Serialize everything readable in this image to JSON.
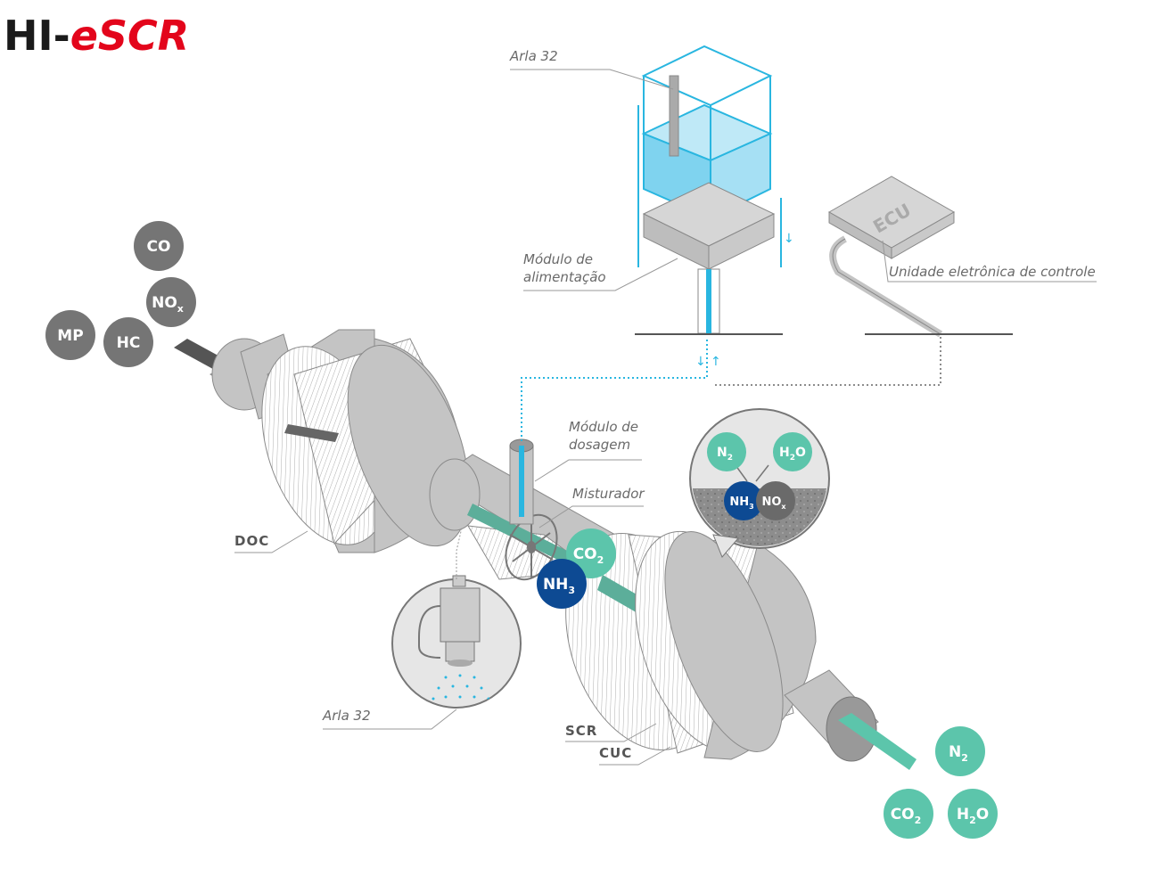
{
  "logo": {
    "prefix": "HI-",
    "suffix": "eSCR"
  },
  "labels": {
    "arla_tank": "Arla 32",
    "modulo_alimentacao": [
      "Módulo de",
      "alimentação"
    ],
    "ecu_text": "ECU",
    "unidade_eletronica": "Unidade eletrônica de controle",
    "modulo_dosagem": [
      "Módulo de",
      "dosagem"
    ],
    "misturador": "Misturador",
    "doc": "DOC",
    "arla_spray": "Arla 32",
    "scr": "SCR",
    "cuc": "CUC"
  },
  "inlet_gases": [
    {
      "base": "CO",
      "sub": ""
    },
    {
      "base": "NO",
      "sub": "x"
    },
    {
      "base": "MP",
      "sub": ""
    },
    {
      "base": "HC",
      "sub": ""
    }
  ],
  "mixer_gases": [
    {
      "base": "CO",
      "sub": "2"
    },
    {
      "base": "NH",
      "sub": "3"
    }
  ],
  "reaction": {
    "products": [
      {
        "base": "N",
        "sub": "2"
      },
      {
        "pre": "H",
        "sub": "2",
        "post": "O"
      }
    ],
    "reactants": [
      {
        "base": "NH",
        "sub": "3"
      },
      {
        "base": "NO",
        "sub": "x"
      }
    ]
  },
  "outlet_gases": [
    {
      "base": "N",
      "sub": "2"
    },
    {
      "base": "CO",
      "sub": "2"
    },
    {
      "pre": "H",
      "sub": "2",
      "post": "O"
    }
  ],
  "colors": {
    "logo_black": "#1a1a1a",
    "logo_red": "#e3051b",
    "pollutant_gray": "#757575",
    "clean_teal": "#5cc5ab",
    "ammonia_blue": "#0d4a93",
    "arla_blue": "#29b6e0"
  }
}
